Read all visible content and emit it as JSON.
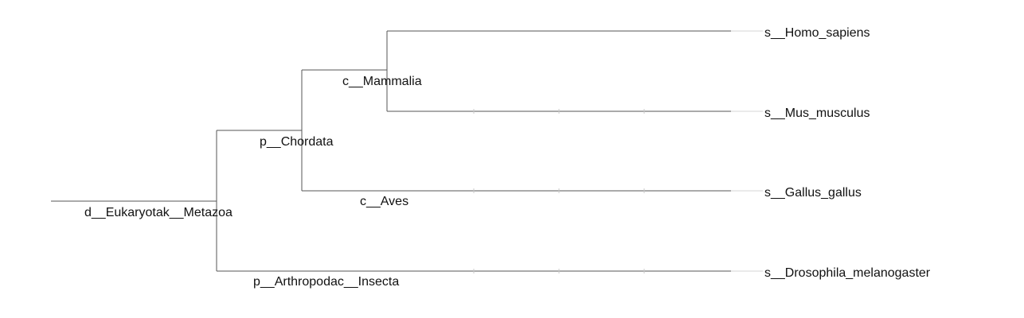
{
  "tree": {
    "root": {
      "label": "d__Eukaryotak__Metazoa"
    },
    "internal_nodes": [
      {
        "id": "chordata",
        "label": "p__Chordata"
      },
      {
        "id": "mammalia",
        "label": "c__Mammalia"
      },
      {
        "id": "aves",
        "label": "c__Aves"
      },
      {
        "id": "arthropoda",
        "label": "p__Arthropodac__Insecta"
      }
    ],
    "leaves": [
      {
        "id": "homo",
        "label": "s__Homo_sapiens"
      },
      {
        "id": "mus",
        "label": "s__Mus_musculus"
      },
      {
        "id": "gallus",
        "label": "s__Gallus_gallus"
      },
      {
        "id": "drosophila",
        "label": "s__Drosophila_melanogaster"
      }
    ],
    "edges": [
      {
        "from": "root",
        "to": "chordata"
      },
      {
        "from": "root",
        "to": "arthropoda"
      },
      {
        "from": "chordata",
        "to": "mammalia"
      },
      {
        "from": "chordata",
        "to": "aves"
      },
      {
        "from": "mammalia",
        "to": "homo"
      },
      {
        "from": "mammalia",
        "to": "mus"
      },
      {
        "from": "aves",
        "to": "gallus"
      },
      {
        "from": "arthropoda",
        "to": "drosophila"
      }
    ],
    "colors": {
      "branch": "#555555",
      "leader": "#d4d4d4",
      "text": "#111111",
      "background": "#ffffff"
    }
  }
}
